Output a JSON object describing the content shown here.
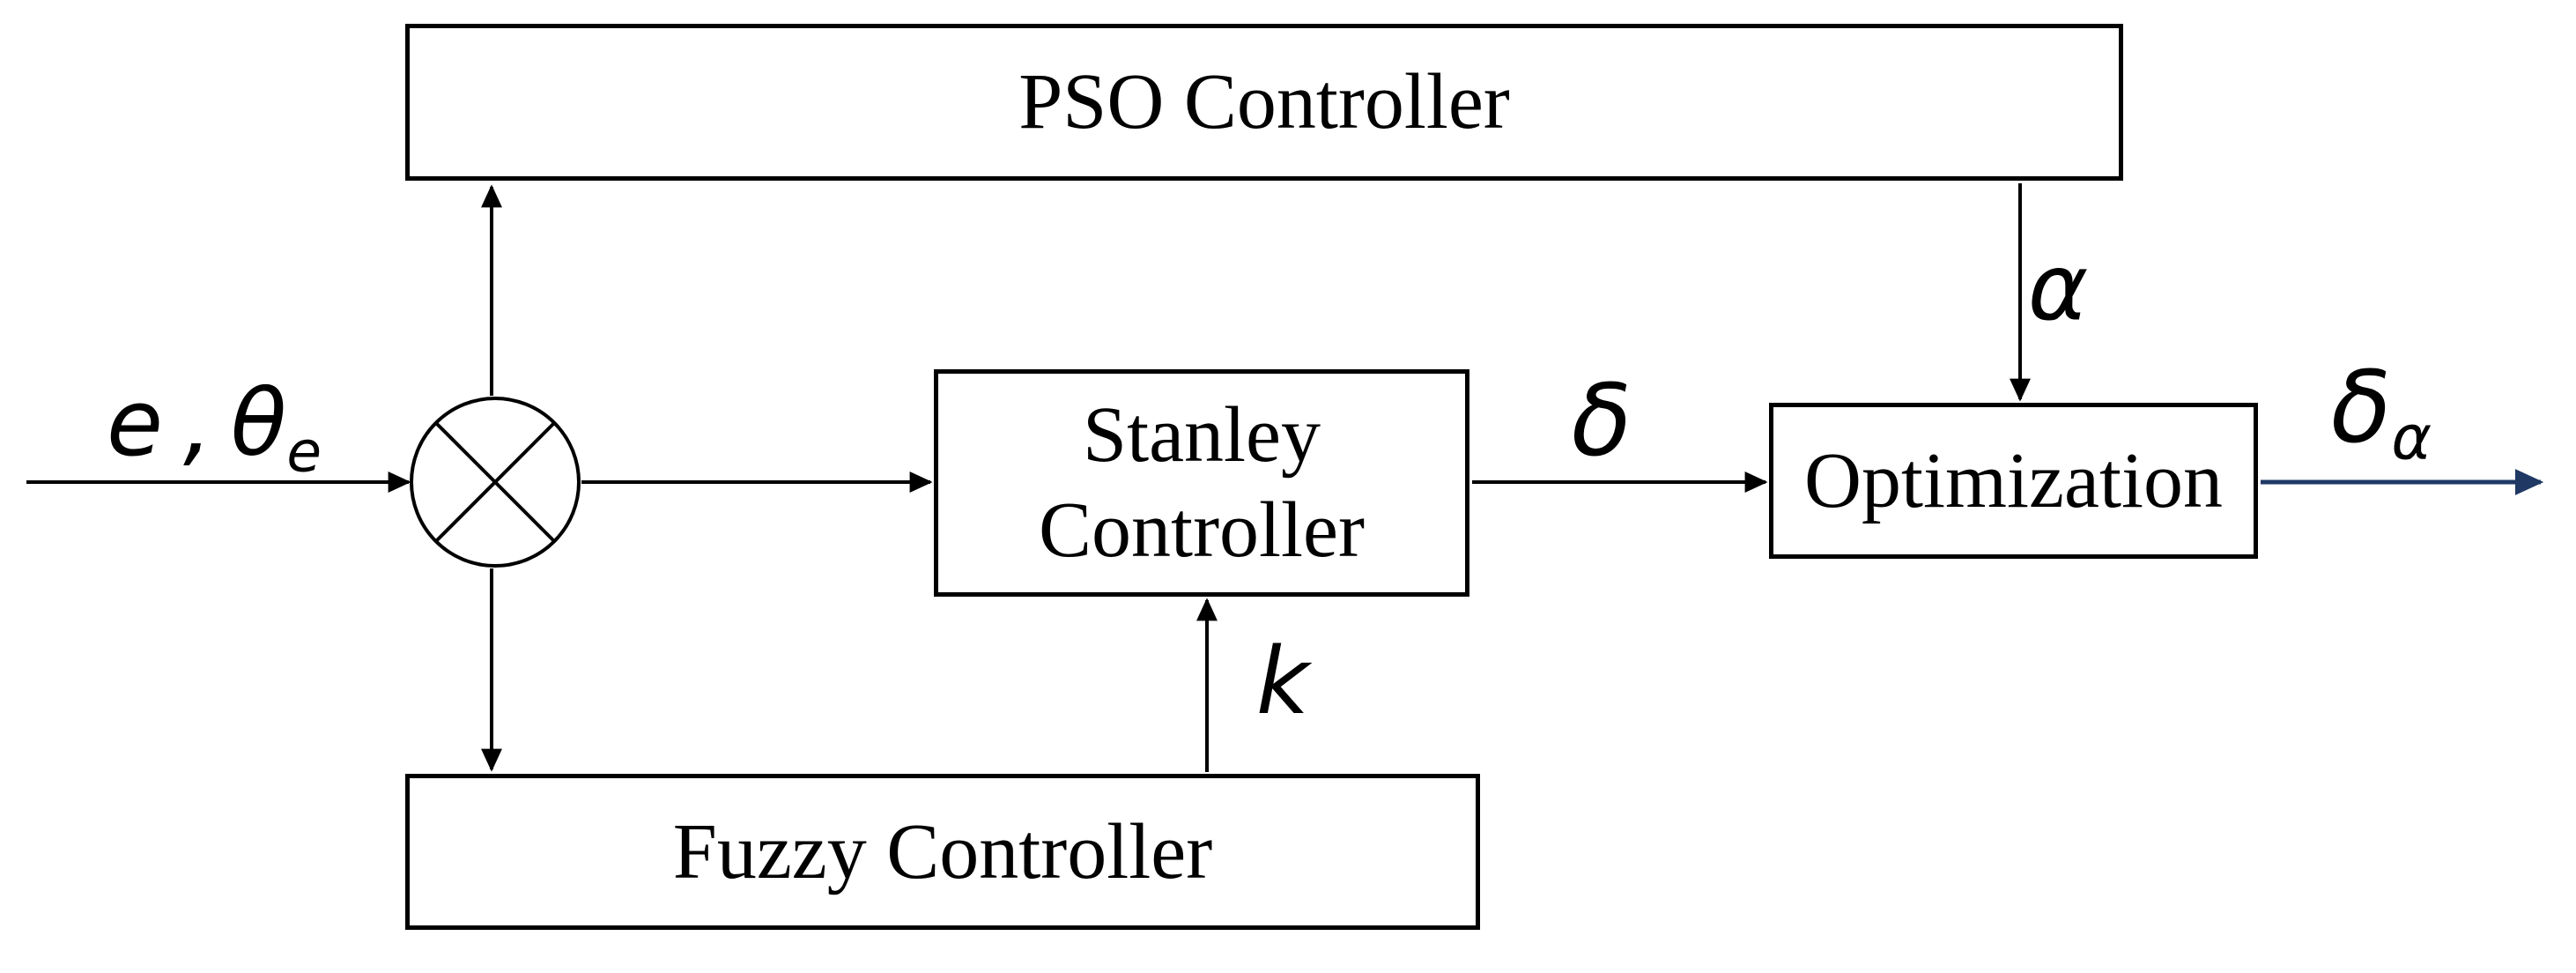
{
  "blocks": {
    "pso": {
      "label": "PSO Controller"
    },
    "stanley": {
      "lines": [
        "Stanley",
        "Controller"
      ]
    },
    "optimization": {
      "label": "Optimization"
    },
    "fuzzy": {
      "label": "Fuzzy Controller"
    }
  },
  "signals": {
    "input_e": "e",
    "input_comma": ",",
    "input_theta": "θ",
    "input_theta_sub": "e",
    "stanley_output": "δ",
    "pso_output": "α",
    "fuzzy_output": "k",
    "final_output_base": "δ",
    "final_output_sub": "α"
  },
  "icons": {
    "junction": "multiplication-junction-icon"
  },
  "colors": {
    "stroke": "#000000",
    "output_arrow": "#1f3864",
    "background": "#ffffff"
  }
}
